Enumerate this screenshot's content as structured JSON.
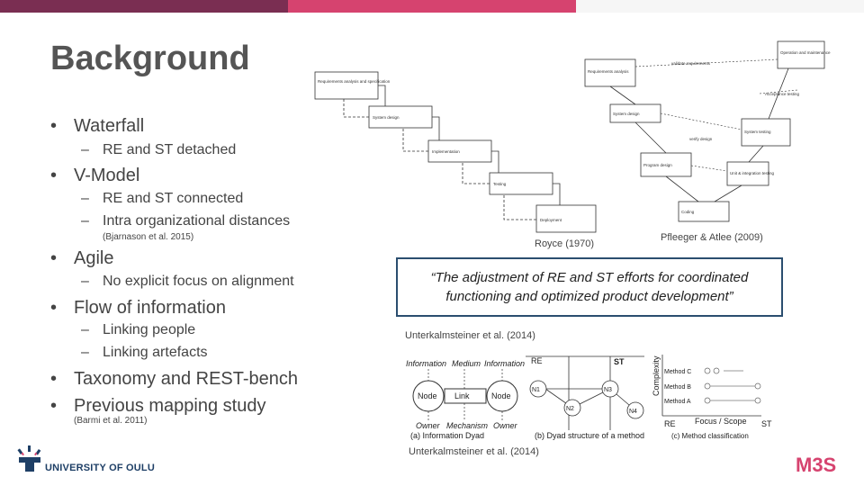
{
  "title": "Background",
  "bullets": [
    {
      "text": "Waterfall",
      "subs": [
        "RE and ST detached"
      ]
    },
    {
      "text": "V-Model",
      "subs": [
        "RE and ST connected",
        "Intra organizational distances"
      ],
      "cite": "(Bjarnason et al. 2015)"
    },
    {
      "text": "Agile",
      "subs": [
        "No explicit focus on alignment"
      ]
    },
    {
      "text": "Flow of information",
      "subs": [
        "Linking people",
        "Linking artefacts"
      ]
    },
    {
      "text": "Taxonomy and REST-bench",
      "subs": []
    },
    {
      "text": "Previous mapping study",
      "subs": [],
      "cite": "(Barmi et al. 2011)"
    }
  ],
  "quote": "“The adjustment of RE and ST efforts for coordinated functioning and optimized product development”",
  "sources": {
    "royce": "Royce (1970)",
    "pfleeger": "Pfleeger & Atlee (2009)",
    "unterkalm1": "Unterkalmsteiner et al. (2014)",
    "unterkalm2": "Unterkalmsteiner et al. (2014)"
  },
  "waterfall": {
    "left_boxes": [
      "Requirements analysis and specification",
      "System design",
      "Implementation",
      "Testing",
      "Deployment"
    ]
  },
  "vmodel": {
    "boxes": [
      "Operation and maintenance",
      "Requirements analysis",
      "System design",
      "Program design",
      "Coding",
      "System testing",
      "Unit & integration testing"
    ],
    "labels": [
      "validate requirements",
      "Acceptance testing",
      "verify design"
    ]
  },
  "taxonomy": {
    "a_labels": [
      "Information",
      "Medium",
      "Information",
      "Node",
      "Link",
      "Node",
      "Owner",
      "Mechanism",
      "Owner"
    ],
    "a_caption": "(a) Information Dyad",
    "b_labels": [
      "RE",
      "ST",
      "N1",
      "N2",
      "N3",
      "N4"
    ],
    "b_caption": "(b) Dyad structure of a method",
    "c_labels": [
      "Method C",
      "Method B",
      "Method A",
      "Complexity",
      "RE",
      "Focus / Scope",
      "ST"
    ],
    "c_caption": "(c) Method classification"
  },
  "footer": {
    "university": "UNIVERSITY OF OULU",
    "brand": "M3S"
  },
  "colors": {
    "accent_dark": "#7a2e52",
    "accent": "#d6436f",
    "quote_border": "#2b4e6f",
    "logo_blue": "#1e3f66"
  }
}
